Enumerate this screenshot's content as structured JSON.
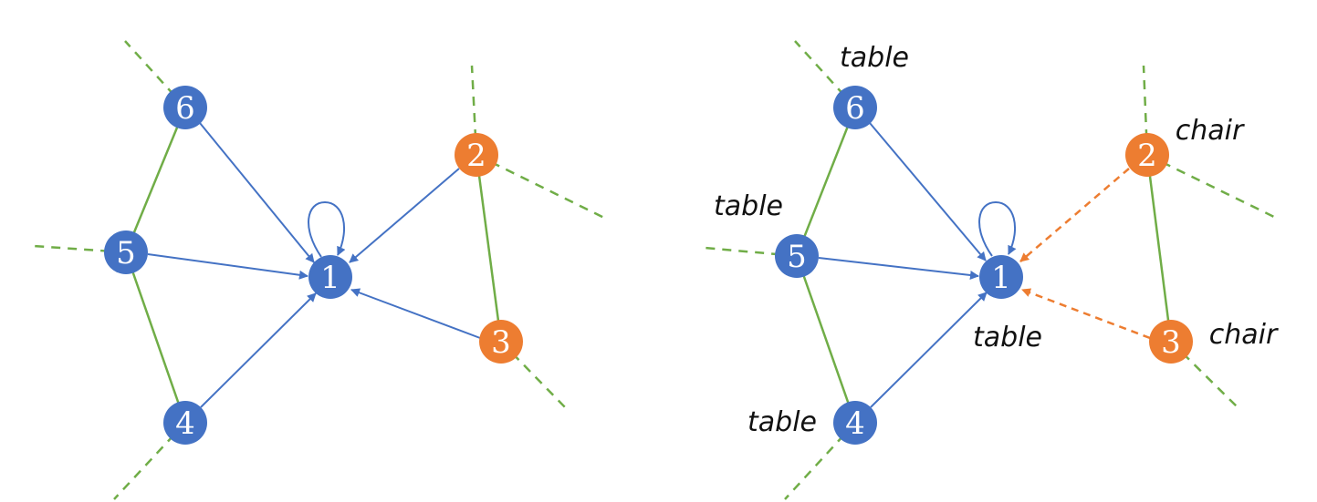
{
  "colors": {
    "blue": "#4472C4",
    "orange": "#ED7D31",
    "green": "#70AD47",
    "background": "#FFFFFF"
  },
  "left_graph": {
    "nodes": [
      {
        "id": "1",
        "label": "1",
        "color": "blue"
      },
      {
        "id": "2",
        "label": "2",
        "color": "orange"
      },
      {
        "id": "3",
        "label": "3",
        "color": "orange"
      },
      {
        "id": "4",
        "label": "4",
        "color": "blue"
      },
      {
        "id": "5",
        "label": "5",
        "color": "blue"
      },
      {
        "id": "6",
        "label": "6",
        "color": "blue"
      }
    ]
  },
  "right_graph": {
    "nodes": [
      {
        "id": "1",
        "label": "1",
        "color": "blue",
        "word": "table"
      },
      {
        "id": "2",
        "label": "2",
        "color": "orange",
        "word": "chair"
      },
      {
        "id": "3",
        "label": "3",
        "color": "orange",
        "word": "chair"
      },
      {
        "id": "4",
        "label": "4",
        "color": "blue",
        "word": "table"
      },
      {
        "id": "5",
        "label": "5",
        "color": "blue",
        "word": "table"
      },
      {
        "id": "6",
        "label": "6",
        "color": "blue",
        "word": "table"
      }
    ]
  }
}
